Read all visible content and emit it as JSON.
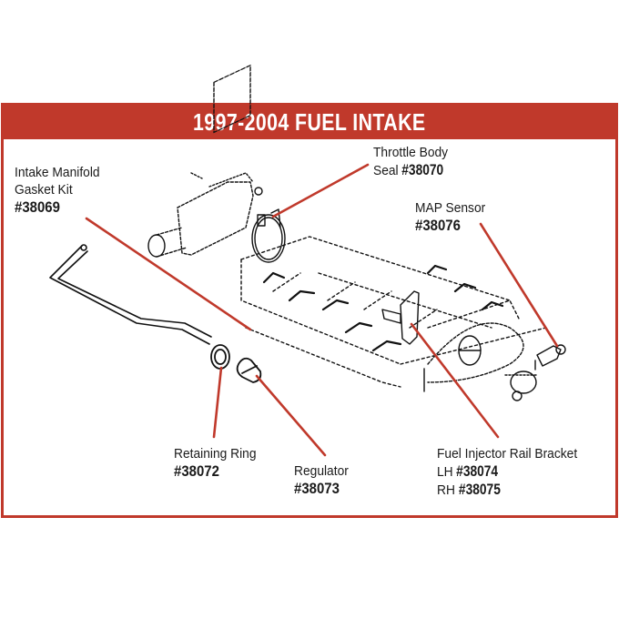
{
  "title": "1997-2004 FUEL INTAKE",
  "colors": {
    "accent": "#c0392b",
    "text": "#1a1a1a",
    "background": "#ffffff"
  },
  "callouts": [
    {
      "id": "intake-manifold-gasket-kit",
      "lines": [
        "Intake Manifold",
        "Gasket Kit"
      ],
      "part_number": "#38069"
    },
    {
      "id": "throttle-body-seal",
      "lines": [
        "Throttle Body",
        "Seal"
      ],
      "part_number": "#38070"
    },
    {
      "id": "map-sensor",
      "lines": [
        "MAP Sensor"
      ],
      "part_number": "#38076"
    },
    {
      "id": "retaining-ring",
      "lines": [
        "Retaining Ring"
      ],
      "part_number": "#38072"
    },
    {
      "id": "regulator",
      "lines": [
        "Regulator"
      ],
      "part_number": "#38073"
    },
    {
      "id": "fuel-injector-rail-bracket",
      "lines": [
        "Fuel Injector Rail Bracket"
      ],
      "variants": [
        {
          "side": "LH",
          "part_number": "#38074"
        },
        {
          "side": "RH",
          "part_number": "#38075"
        }
      ]
    }
  ]
}
